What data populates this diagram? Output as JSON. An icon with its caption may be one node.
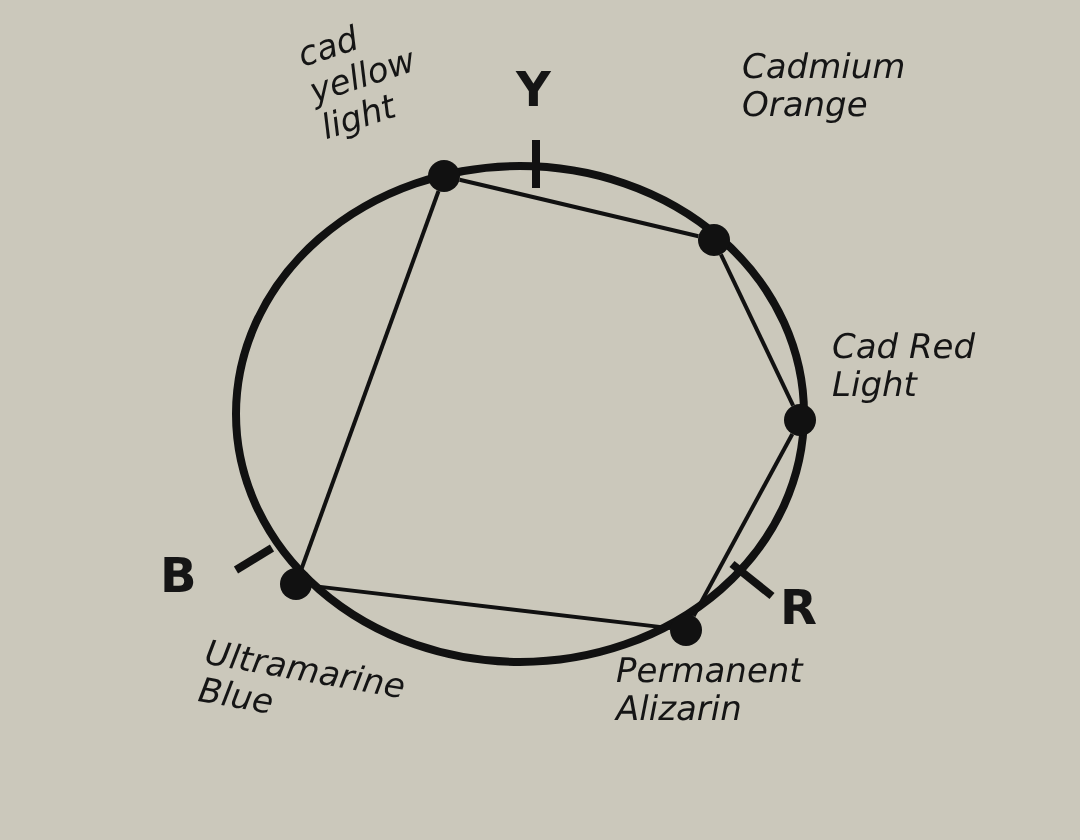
{
  "diagram": {
    "nodes": [
      {
        "text": [],
        "shape": "circle",
        "beside": [
          "cad yellow light"
        ]
      },
      {
        "text": [],
        "shape": "circle",
        "beside": [
          "Cadmium Orange"
        ]
      },
      {
        "text": [],
        "shape": "circle",
        "beside": [
          "Cad Red Light"
        ]
      },
      {
        "text": [],
        "shape": "circle",
        "beside": [
          "Ultramarine Blue"
        ]
      },
      {
        "text": [],
        "shape": "circle",
        "beside": [
          "Permanent Alizarin"
        ]
      }
    ],
    "edges": [
      {
        "from": 0,
        "to": 1,
        "arrow": "none"
      },
      {
        "from": 1,
        "to": 2,
        "arrow": "none"
      },
      {
        "from": 2,
        "to": 4,
        "arrow": "none"
      },
      {
        "from": 4,
        "to": 3,
        "arrow": "none"
      },
      {
        "from": 3,
        "to": 0,
        "arrow": "none"
      }
    ],
    "labels": [
      "Y",
      "R",
      "B"
    ]
  }
}
